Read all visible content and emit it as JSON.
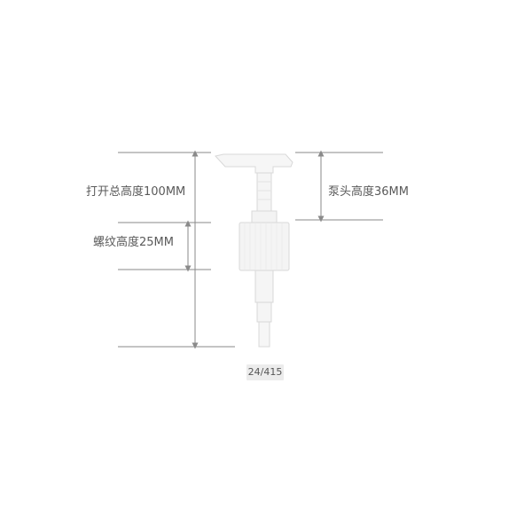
{
  "dimensions": {
    "total_height": "打开总高度100MM",
    "thread_height": "螺纹高度25MM",
    "head_height": "泵头高度36MM"
  },
  "model": "24/415",
  "colors": {
    "dimension_line": "#8a8a8a",
    "pump_body": "#f4f4f4",
    "pump_outline": "#d8d8d8",
    "badge_bg": "#ececec",
    "label_text": "#5a5a5a"
  },
  "icons": {
    "product": "lotion-pump-icon",
    "arrow": "dimension-arrow-icon"
  }
}
